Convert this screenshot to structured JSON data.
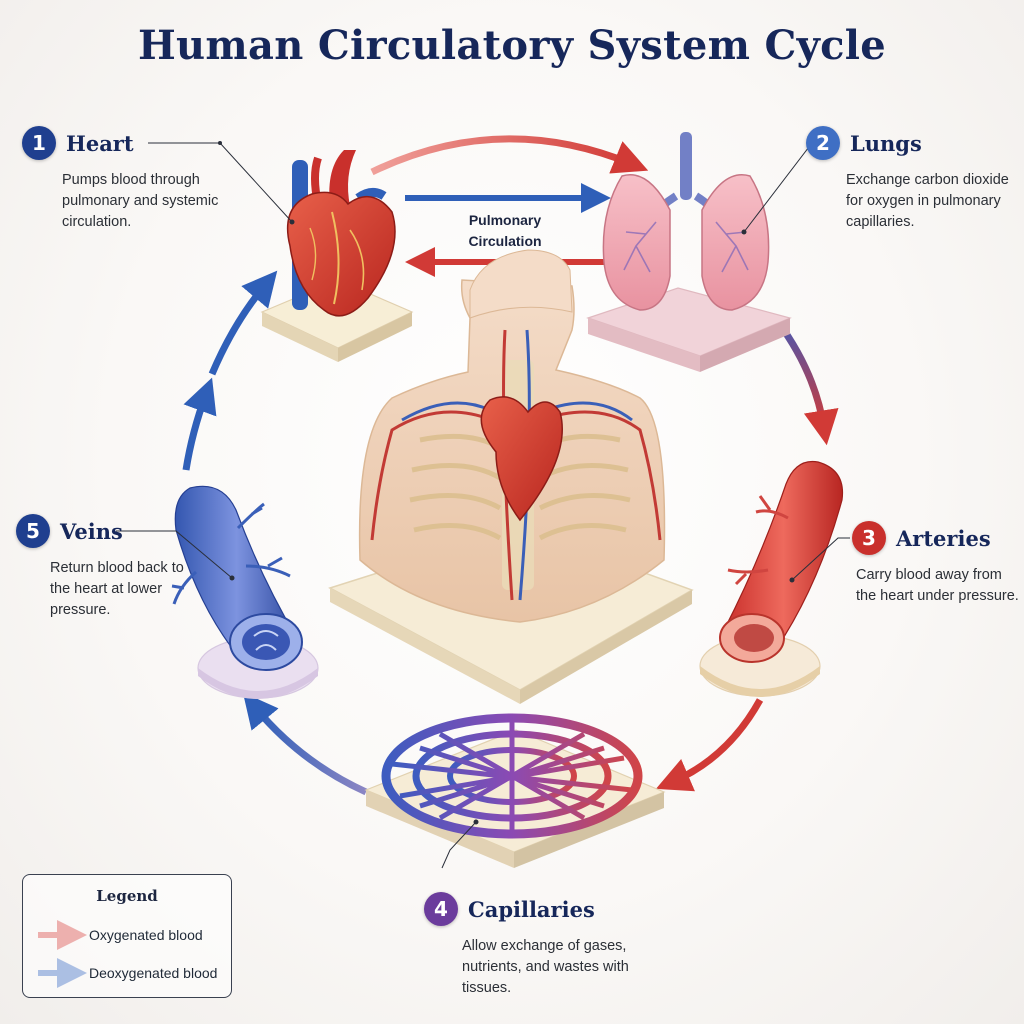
{
  "title": "Human Circulatory System Cycle",
  "steps": [
    {
      "number": "1",
      "title": "Heart",
      "description": "Pumps blood through pulmonary and systemic circulation.",
      "color": "#1f3f8f"
    },
    {
      "number": "2",
      "title": "Lungs",
      "description": "Exchange carbon dioxide for oxygen in pulmonary capillaries.",
      "color": "#3f6fc4"
    },
    {
      "number": "3",
      "title": "Arteries",
      "description": "Carry blood away from the heart under pressure.",
      "color": "#c9302c"
    },
    {
      "number": "4",
      "title": "Capillaries",
      "description": "Allow exchange of gases, nutrients, and wastes with tissues.",
      "color": "#6b3c9c"
    },
    {
      "number": "5",
      "title": "Veins",
      "description": "Return blood back to the heart at lower pressure.",
      "color": "#1f3f8f"
    }
  ],
  "pulmonary": {
    "line1": "Pulmonary",
    "line2": "Circulation"
  },
  "legend": {
    "title": "Legend",
    "oxygenated": {
      "label": "Oxygenated blood",
      "color": "#d13a36"
    },
    "deoxygenated": {
      "label": "Deoxygenated blood",
      "color": "#2f5fb8"
    }
  },
  "colors": {
    "oxygenated": "#d13a36",
    "deoxygenated": "#2f5fb8",
    "title": "#16275a"
  },
  "icons": [
    "heart-icon",
    "lungs-icon",
    "artery-icon",
    "capillary-network-icon",
    "vein-icon",
    "torso-icon"
  ]
}
